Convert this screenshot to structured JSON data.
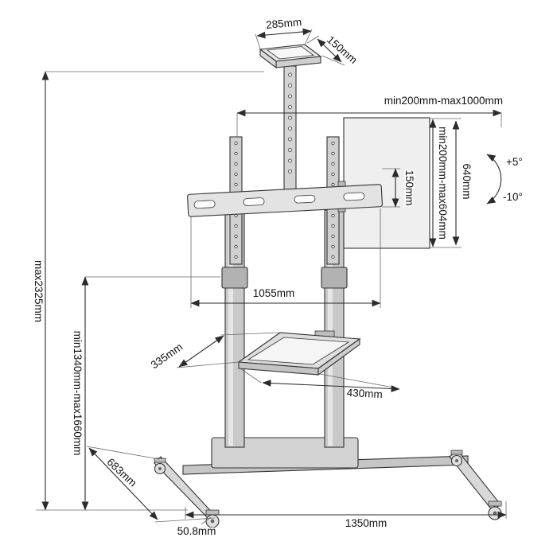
{
  "diagram": {
    "line_color": "#2b2b2b",
    "labels": {
      "top_shelf_width": "285mm",
      "top_shelf_depth": "150mm",
      "mount_width_range": "min200mm-max1000mm",
      "mount_height_range": "min200mm-max604mm",
      "plate_height": "640mm",
      "bracket_slot_height": "150mm",
      "tilt_up": "+5°",
      "tilt_down": "-10°",
      "crossbar_width": "1055mm",
      "overall_height_max": "max2325mm",
      "column_height_range": "min1340mm-max1660mm",
      "shelf_depth": "335mm",
      "shelf_width": "430mm",
      "base_depth": "683mm",
      "base_width": "1350mm",
      "caster_size": "50.8mm"
    }
  }
}
